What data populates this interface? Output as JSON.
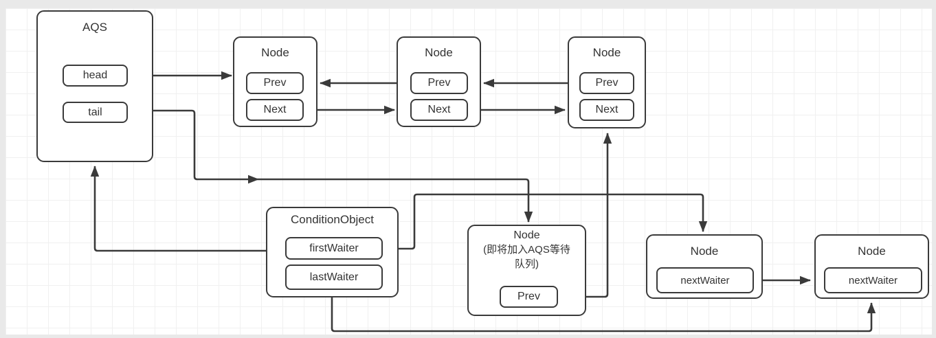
{
  "colors": {
    "stroke": "#3a3a3a",
    "text": "#333333",
    "box_fill": "#ffffff",
    "grid_line": "#f0f0f0",
    "page_margin": "#e9e9e9"
  },
  "aqs": {
    "title": "AQS",
    "head_label": "head",
    "tail_label": "tail"
  },
  "sync_queue_nodes": [
    {
      "title": "Node",
      "prev_label": "Prev",
      "next_label": "Next"
    },
    {
      "title": "Node",
      "prev_label": "Prev",
      "next_label": "Next"
    },
    {
      "title": "Node",
      "prev_label": "Prev",
      "next_label": "Next"
    }
  ],
  "condition_object": {
    "title": "ConditionObject",
    "first_waiter_label": "firstWaiter",
    "last_waiter_label": "lastWaiter"
  },
  "pending_node": {
    "title": "Node",
    "note_line1": "(即将加入AQS等待",
    "note_line2": "队列)",
    "prev_label": "Prev"
  },
  "condition_queue_nodes": [
    {
      "title": "Node",
      "next_waiter_label": "nextWaiter"
    },
    {
      "title": "Node",
      "next_waiter_label": "nextWaiter"
    }
  ]
}
